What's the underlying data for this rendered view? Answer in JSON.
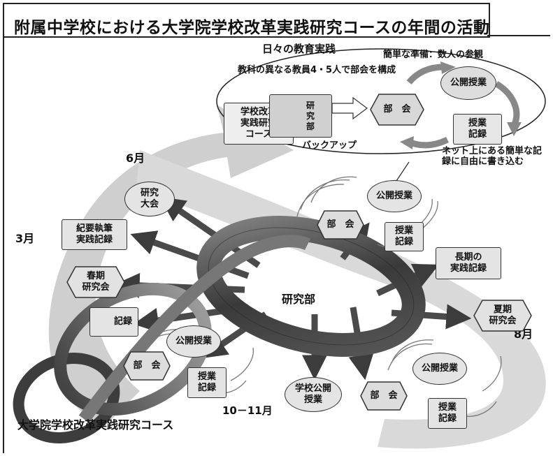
{
  "title": "附属中学校における大学院学校改革実践研究コースの年間の活動",
  "daily": {
    "heading": "日々の教育実践",
    "prep": "簡単な準備：数人の参観",
    "committee_note": "教科の異なる教員4・5人で部会を構成",
    "course_box": "学校改革\n実践研究\nコース",
    "research_box": "研\n究\n部",
    "backup": "バックアップ",
    "bukai": "部　会",
    "open_class": "公開授業",
    "record": "授業\n記録",
    "net_note": "ネット上にある簡単な記\n録に自由に書き込む"
  },
  "months": {
    "june": "6月",
    "march": "3月",
    "august": "8月",
    "oct_nov": "10－11月"
  },
  "center_label": "研究部",
  "course_label": "大学院学校改革実践研究コース",
  "events": {
    "conference": "研究\n大会",
    "bulletin": "紀要執筆\n実践記録",
    "spring": "春期\n研究会",
    "record_left": "記録",
    "long_record": "長期の\n実践記録",
    "summer": "夏期\n研究会",
    "school_open": "学校公開\n授業"
  },
  "clusters": [
    {
      "open_class": "公開授業",
      "bukai": "部　会",
      "record": "授業\n記録"
    },
    {
      "open_class": "公開授業",
      "bukai": "部　会",
      "record": "授業\n記録"
    },
    {
      "open_class": "公開授業",
      "bukai": "部　会",
      "record": "授業\n記録"
    }
  ]
}
